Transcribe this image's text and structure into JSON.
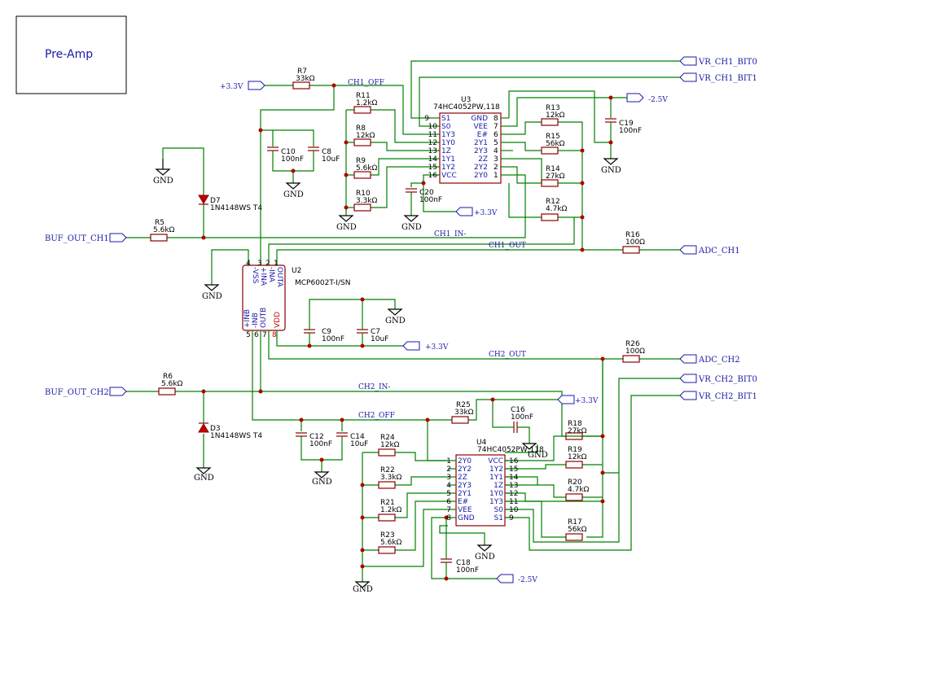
{
  "sheet": {
    "title": "Pre-Amp"
  },
  "ports": {
    "buf_out_ch1": "BUF_OUT_CH1",
    "buf_out_ch2": "BUF_OUT_CH2",
    "adc_ch1": "ADC_CH1",
    "adc_ch2": "ADC_CH2",
    "vr_ch1_bit0": "VR_CH1_BIT0",
    "vr_ch1_bit1": "VR_CH1_BIT1",
    "vr_ch2_bit0": "VR_CH2_BIT0",
    "vr_ch2_bit1": "VR_CH2_BIT1",
    "p33_a": "+3.3V",
    "p33_b": "+3.3V",
    "p33_c": "+3.3V",
    "p33_d": "+3.3V",
    "n25_a": "-2.5V",
    "n25_b": "-2.5V"
  },
  "nets": {
    "ch1_off": "CH1_OFF",
    "ch1_in": "CH1_IN-",
    "ch1_out": "CH1_OUT",
    "ch2_out": "CH2_OUT",
    "ch2_in": "CH2_IN-",
    "ch2_off": "CH2_OFF"
  },
  "gnd_label": "GND",
  "resistors": {
    "R5": {
      "ref": "R5",
      "val": "5.6kΩ"
    },
    "R6": {
      "ref": "R6",
      "val": "5.6kΩ"
    },
    "R7": {
      "ref": "R7",
      "val": "33kΩ"
    },
    "R8": {
      "ref": "R8",
      "val": "12kΩ"
    },
    "R9": {
      "ref": "R9",
      "val": "5.6kΩ"
    },
    "R10": {
      "ref": "R10",
      "val": "3.3kΩ"
    },
    "R11": {
      "ref": "R11",
      "val": "1.2kΩ"
    },
    "R12": {
      "ref": "R12",
      "val": "4.7kΩ"
    },
    "R13": {
      "ref": "R13",
      "val": "12kΩ"
    },
    "R14": {
      "ref": "R14",
      "val": "27kΩ"
    },
    "R15": {
      "ref": "R15",
      "val": "56kΩ"
    },
    "R16": {
      "ref": "R16",
      "val": "100Ω"
    },
    "R17": {
      "ref": "R17",
      "val": "56kΩ"
    },
    "R18": {
      "ref": "R18",
      "val": "27kΩ"
    },
    "R19": {
      "ref": "R19",
      "val": "12kΩ"
    },
    "R20": {
      "ref": "R20",
      "val": "4.7kΩ"
    },
    "R21": {
      "ref": "R21",
      "val": "1.2kΩ"
    },
    "R22": {
      "ref": "R22",
      "val": "3.3kΩ"
    },
    "R23": {
      "ref": "R23",
      "val": "5.6kΩ"
    },
    "R24": {
      "ref": "R24",
      "val": "12kΩ"
    },
    "R25": {
      "ref": "R25",
      "val": "33kΩ"
    },
    "R26": {
      "ref": "R26",
      "val": "100Ω"
    }
  },
  "capacitors": {
    "C7": {
      "ref": "C7",
      "val": "10uF"
    },
    "C8": {
      "ref": "C8",
      "val": "10uF"
    },
    "C9": {
      "ref": "C9",
      "val": "100nF"
    },
    "C10": {
      "ref": "C10",
      "val": "100nF"
    },
    "C12": {
      "ref": "C12",
      "val": "100nF"
    },
    "C14": {
      "ref": "C14",
      "val": "10uF"
    },
    "C16": {
      "ref": "C16",
      "val": "100nF"
    },
    "C18": {
      "ref": "C18",
      "val": "100nF"
    },
    "C19": {
      "ref": "C19",
      "val": "100nF"
    },
    "C20": {
      "ref": "C20",
      "val": "100nF"
    }
  },
  "diodes": {
    "D7": {
      "ref": "D7",
      "val": "1N4148WS T4"
    },
    "D3": {
      "ref": "D3",
      "val": "1N4148WS T4"
    }
  },
  "u2": {
    "ref": "U2",
    "part": "MCP6002T-I/SN",
    "pins_top": [
      "-VSS",
      "+INA",
      "-INA",
      "OUTA"
    ],
    "pins_top_num": [
      "4",
      "3",
      "2",
      "1"
    ],
    "pins_bot": [
      "+INB",
      "-INB",
      "OUTB",
      "VDD"
    ],
    "pins_bot_num": [
      "5",
      "6",
      "7",
      "8"
    ]
  },
  "u3": {
    "ref": "U3",
    "part": "74HC4052PW,118",
    "left_pins": [
      [
        "9",
        "S1"
      ],
      [
        "10",
        "S0"
      ],
      [
        "11",
        "1Y3"
      ],
      [
        "12",
        "1Y0"
      ],
      [
        "13",
        "1Z"
      ],
      [
        "14",
        "1Y1"
      ],
      [
        "15",
        "1Y2"
      ],
      [
        "16",
        "VCC"
      ]
    ],
    "right_pins": [
      [
        "8",
        "GND"
      ],
      [
        "7",
        "VEE"
      ],
      [
        "6",
        "E#"
      ],
      [
        "5",
        "2Y1"
      ],
      [
        "4",
        "2Y3"
      ],
      [
        "3",
        "2Z"
      ],
      [
        "2",
        "2Y2"
      ],
      [
        "1",
        "2Y0"
      ]
    ]
  },
  "u4": {
    "ref": "U4",
    "part": "74HC4052PW,118",
    "left_pins": [
      [
        "1",
        "2Y0"
      ],
      [
        "2",
        "2Y2"
      ],
      [
        "3",
        "2Z"
      ],
      [
        "4",
        "2Y3"
      ],
      [
        "5",
        "2Y1"
      ],
      [
        "6",
        "E#"
      ],
      [
        "7",
        "VEE"
      ],
      [
        "8",
        "GND"
      ]
    ],
    "right_pins": [
      [
        "16",
        "VCC"
      ],
      [
        "15",
        "1Y2"
      ],
      [
        "14",
        "1Y1"
      ],
      [
        "13",
        "1Z"
      ],
      [
        "12",
        "1Y0"
      ],
      [
        "11",
        "1Y3"
      ],
      [
        "10",
        "S0"
      ],
      [
        "9",
        "S1"
      ]
    ]
  }
}
